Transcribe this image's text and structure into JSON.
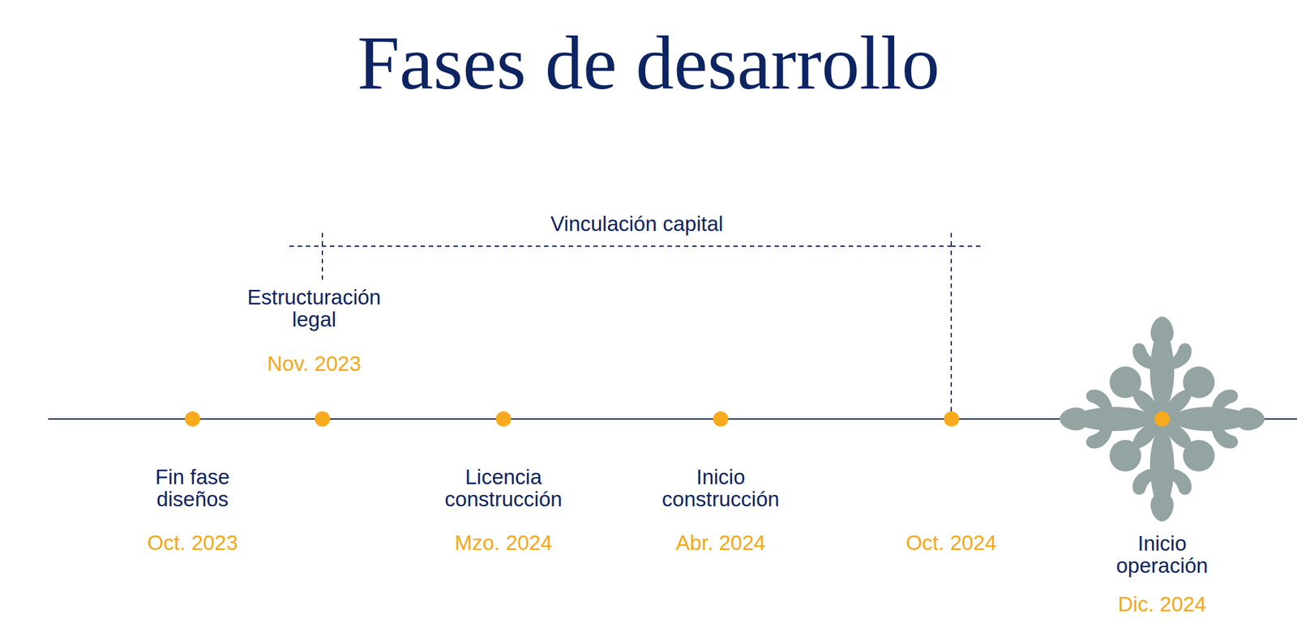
{
  "diagram": {
    "title": "Fases de desarrollo",
    "nodes": [
      {
        "text": [
          "Fin fase diseños",
          "Oct. 2023"
        ]
      },
      {
        "text": [
          "Estructuración legal",
          "Nov. 2023"
        ]
      },
      {
        "text": [
          "Licencia construcción",
          "Mzo. 2024"
        ]
      },
      {
        "text": [
          "Inicio construcción",
          "Abr. 2024"
        ]
      },
      {
        "text": [
          "Oct. 2024"
        ]
      },
      {
        "text": [
          "Inicio operación",
          "Dic. 2024"
        ]
      }
    ],
    "edges": [
      {
        "from": 1,
        "to": 4,
        "label": "Vinculación capital",
        "arrow": "none"
      }
    ]
  }
}
